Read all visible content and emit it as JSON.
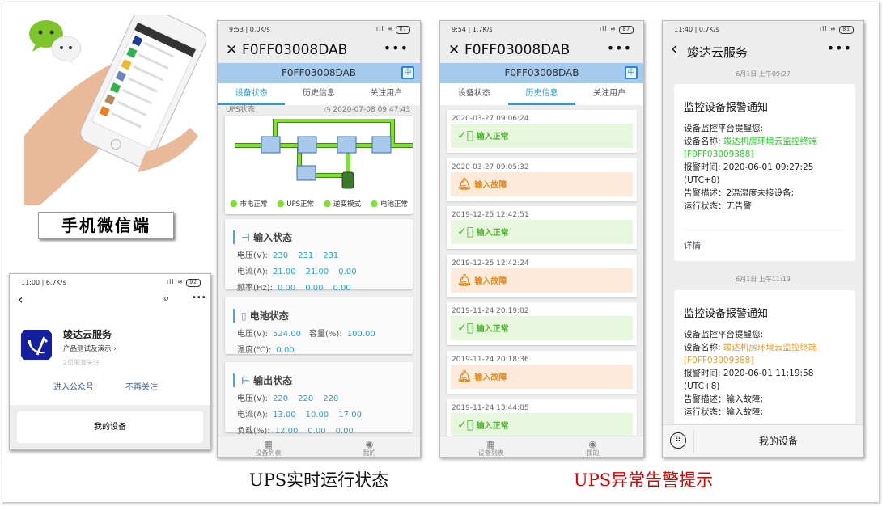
{
  "colors": {
    "accent": "#2a9bd8",
    "ok": "#4cb62c",
    "fault": "#e08a1a",
    "caption_red": "#e00000",
    "wechat_green": "#7dc52a"
  },
  "hero": {
    "label": "手机微信端",
    "icon": "wechat-icon"
  },
  "profile": {
    "status": {
      "time": "11:00 | 6.7K/s",
      "battery": "92"
    },
    "name": "竣达云服务",
    "desc": "产品测试及演示 ›",
    "friends": "2位朋友关注",
    "enter": "进入公众号",
    "unfollow": "不再关注",
    "menu": "我的设备"
  },
  "ups_status": {
    "status": {
      "time": "9:53 | 0.0K/s",
      "battery": "87"
    },
    "close": "✕",
    "title": "F0FF03008DAB",
    "more": "•••",
    "band": "F0FF03008DAB",
    "band_icon": "中",
    "tabs": [
      "设备状态",
      "历史信息",
      "关注用户"
    ],
    "section": "UPS状态",
    "updated": "2020-07-08 09:47:43",
    "legend": [
      "市电正常",
      "UPS正常",
      "逆变模式",
      "电池正常"
    ],
    "input": {
      "title": "输入状态",
      "voltage_label": "电压(V):",
      "voltage": [
        "230",
        "231",
        "231"
      ],
      "current_label": "电流(A):",
      "current": [
        "21.00",
        "21.00",
        "0.00"
      ],
      "freq_label": "频率(Hz):",
      "freq": [
        "0.00",
        "0.00",
        "0.00"
      ]
    },
    "battery": {
      "title": "电池状态",
      "voltage_label": "电压(V):",
      "voltage": "524.00",
      "capacity_label": "容量(%):",
      "capacity": "100.00",
      "temp_label": "温度(℃):",
      "temp": "0.00"
    },
    "output": {
      "title": "输出状态",
      "voltage_label": "电压(V):",
      "voltage": [
        "220",
        "220",
        "220"
      ],
      "current_label": "电流(A):",
      "current": [
        "13.00",
        "10.00",
        "17.00"
      ],
      "load_label": "负载(%):",
      "load": [
        "12.00",
        "0.00",
        "0.00"
      ]
    },
    "nav": [
      "设备列表",
      "我的"
    ],
    "caption": "UPS实时运行状态"
  },
  "history": {
    "status": {
      "time": "9:54 | 1.7K/s",
      "battery": "87"
    },
    "close": "✕",
    "title": "F0FF03008DAB",
    "more": "•••",
    "band": "F0FF03008DAB",
    "band_icon": "中",
    "tabs": [
      "设备状态",
      "历史信息",
      "关注用户"
    ],
    "items": [
      {
        "time": "2020-03-27 09:06:24",
        "status": "输入正常",
        "type": "ok"
      },
      {
        "time": "2020-03-27 09:05:32",
        "status": "输入故障",
        "type": "fault"
      },
      {
        "time": "2019-12-25 12:42:51",
        "status": "输入正常",
        "type": "ok"
      },
      {
        "time": "2019-12-25 12:42:24",
        "status": "输入故障",
        "type": "fault"
      },
      {
        "time": "2019-11-24 20:19:02",
        "status": "输入正常",
        "type": "ok"
      },
      {
        "time": "2019-11-24 20:18:36",
        "status": "输入故障",
        "type": "fault"
      },
      {
        "time": "2019-11-24 13:44:05",
        "status": "输入正常",
        "type": "ok"
      }
    ],
    "nav": [
      "设备列表",
      "我的"
    ]
  },
  "alerts": {
    "status": {
      "time": "11:40 | 0.7K/s",
      "battery": "81"
    },
    "back": "‹",
    "title": "竣达云服务",
    "more": "•••",
    "messages": [
      {
        "date": "6月1日 上午09:27",
        "title": "监控设备报警通知",
        "greeting": "设备监控平台提醒您:",
        "name_label": "设备名称: ",
        "device": "竣达机房环境云监控终端",
        "device_id": "[F0FF03009388]",
        "time_label": "报警时间: ",
        "time": "2020-06-01 09:27:25",
        "tz": "(UTC+8)",
        "desc_label": "告警描述：",
        "desc": "2温湿度未接设备;",
        "state_label": "运行状态：",
        "state": "无告警",
        "detail": "详情"
      },
      {
        "date": "6月1日 上午11:19",
        "title": "监控设备报警通知",
        "greeting": "设备监控平台提醒您:",
        "name_label": "设备名称: ",
        "device": "竣达机房环境云监控终端",
        "device_id": "[F0FF03009388]",
        "time_label": "报警时间: ",
        "time": "2020-06-01 11:19:58",
        "tz": "(UTC+8)",
        "desc_label": "告警描述：",
        "desc": "输入故障;",
        "state_label": "运行状态：",
        "state": "输入故障;"
      }
    ],
    "menu": "我的设备",
    "caption": "UPS异常告警提示"
  }
}
